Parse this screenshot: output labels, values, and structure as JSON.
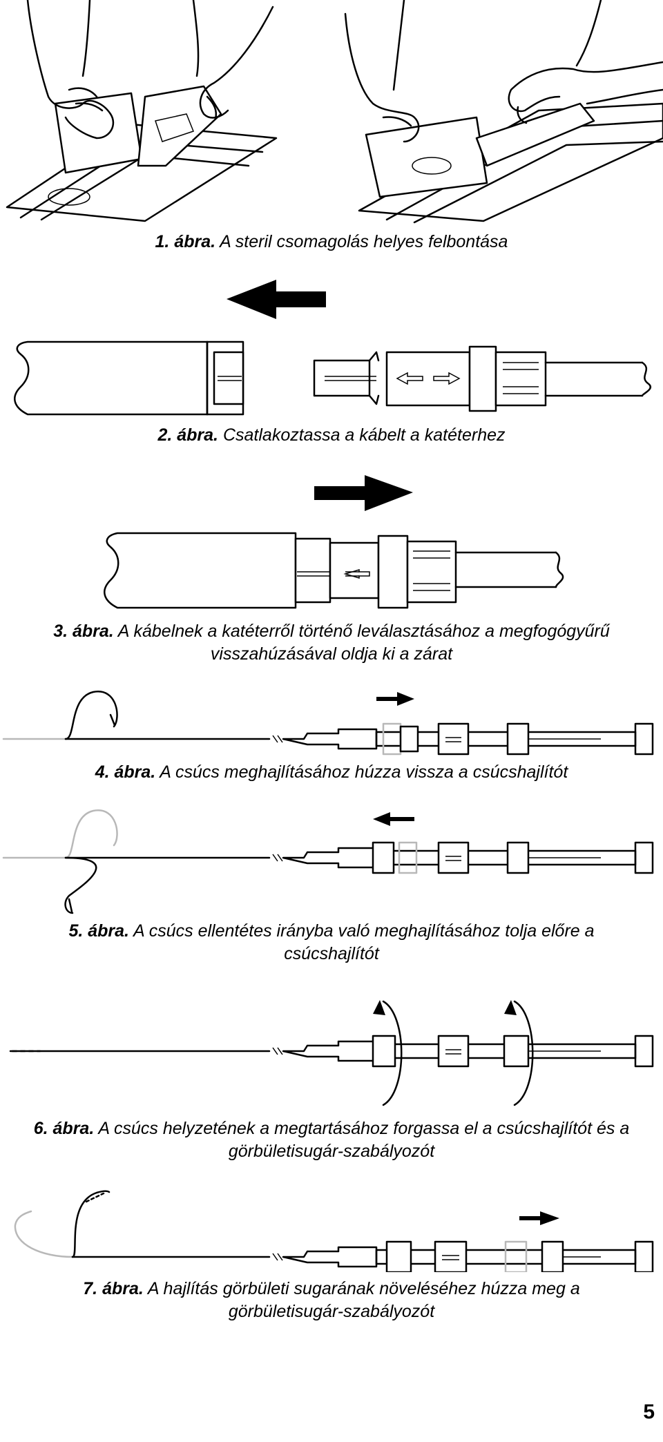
{
  "page_number": "5",
  "figures": [
    {
      "num": "1. ábra.",
      "text": " A steril csomagolás helyes felbontása"
    },
    {
      "num": "2. ábra.",
      "text": " Csatlakoztassa a kábelt a katéterhez"
    },
    {
      "num": "3. ábra.",
      "text": " A kábelnek a katéterről történő leválasztásához a megfogógyűrű",
      "text2": "visszahúzásával oldja ki a zárat"
    },
    {
      "num": "4. ábra.",
      "text": " A csúcs meghajlításához húzza vissza a csúcshajlítót"
    },
    {
      "num": "5. ábra.",
      "text": " A csúcs ellentétes irányba való meghajlításához tolja előre a",
      "text2": "csúcshajlítót"
    },
    {
      "num": "6. ábra.",
      "text": " A csúcs helyzetének a megtartásához forgassa el a csúcshajlítót és a",
      "text2": "görbületisugár-szabályozót"
    },
    {
      "num": "7. ábra.",
      "text": " A hajlítás görbületi sugarának növeléséhez húzza meg a",
      "text2": "görbületisugár-szabályozót"
    }
  ]
}
